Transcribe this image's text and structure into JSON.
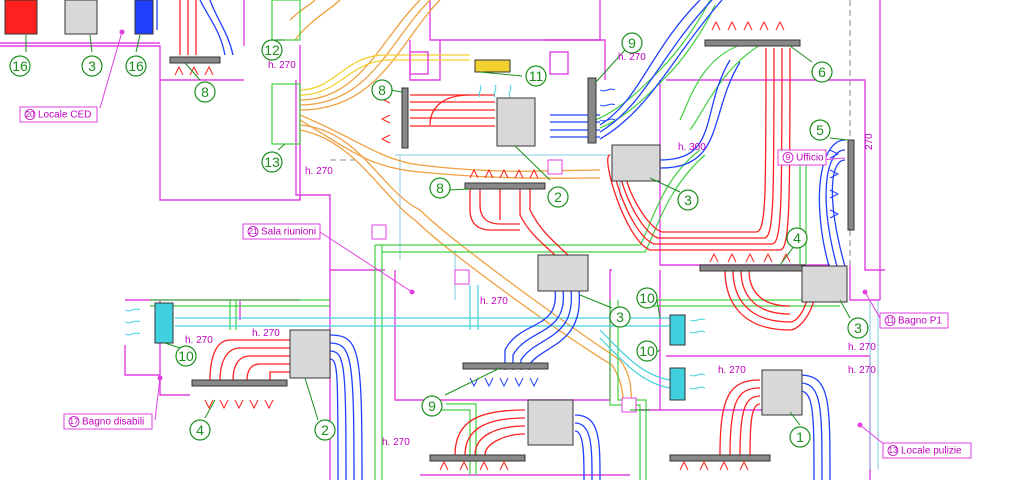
{
  "rooms": [
    {
      "id": "20",
      "name": "Locale CED"
    },
    {
      "id": "21",
      "name": "Sala riunioni"
    },
    {
      "id": "9",
      "name": "Ufficio"
    },
    {
      "id": "11",
      "name": "Bagno P1"
    },
    {
      "id": "17",
      "name": "Bagno disabili"
    },
    {
      "id": "13",
      "name": "Locale pulizie"
    }
  ],
  "heights": {
    "a": "h. 270",
    "b": "h. 270",
    "c": "h. 300",
    "d": "h. 270",
    "e": "h. 270",
    "f": "h. 270",
    "g": "h. 270",
    "h": "h. 270",
    "i": "h. 270",
    "j": "h. 270",
    "k": "h. 270",
    "l": "270"
  },
  "callouts": {
    "c16a": "16",
    "c3a": "3",
    "c16b": "16",
    "c12": "12",
    "c8a": "8",
    "c13": "13",
    "c8b": "8",
    "c11": "11",
    "c9a": "9",
    "c6": "6",
    "c5": "5",
    "c3b": "3",
    "c2a": "2",
    "c8c": "8",
    "c4a": "4",
    "c3c": "3",
    "c3d": "3",
    "c10a": "10",
    "c10b": "10",
    "c10c": "10",
    "c9b": "9",
    "c2b": "2",
    "c4b": "4",
    "c1": "1"
  },
  "colors": {
    "walls": "#e040e0",
    "supply": "#ff2020",
    "return": "#2040ff",
    "condensate": "#40d040",
    "refrigerant": "#f0a040",
    "cold_water": "#40d0e0",
    "callout": "#1a8f1a"
  },
  "icons": [
    "fan-coil-unit",
    "supply-grille",
    "return-grille",
    "diffuser",
    "valve"
  ]
}
